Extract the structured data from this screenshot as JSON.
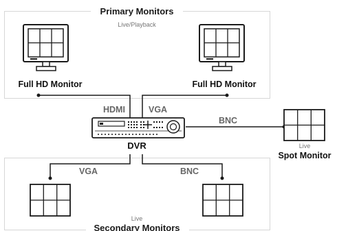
{
  "primary_group": {
    "title": "Primary Monitors",
    "subtitle": "Live/Playback",
    "left_monitor_label": "Full HD Monitor",
    "right_monitor_label": "Full HD Monitor"
  },
  "dvr": {
    "label": "DVR",
    "hdmi_label": "HDMI",
    "vga_label": "VGA",
    "bnc_label": "BNC"
  },
  "spot": {
    "subtitle": "Live",
    "label": "Spot Monitor"
  },
  "secondary_group": {
    "title": "Secondary Monitors",
    "subtitle": "Live",
    "vga_label": "VGA",
    "bnc_label": "BNC"
  }
}
